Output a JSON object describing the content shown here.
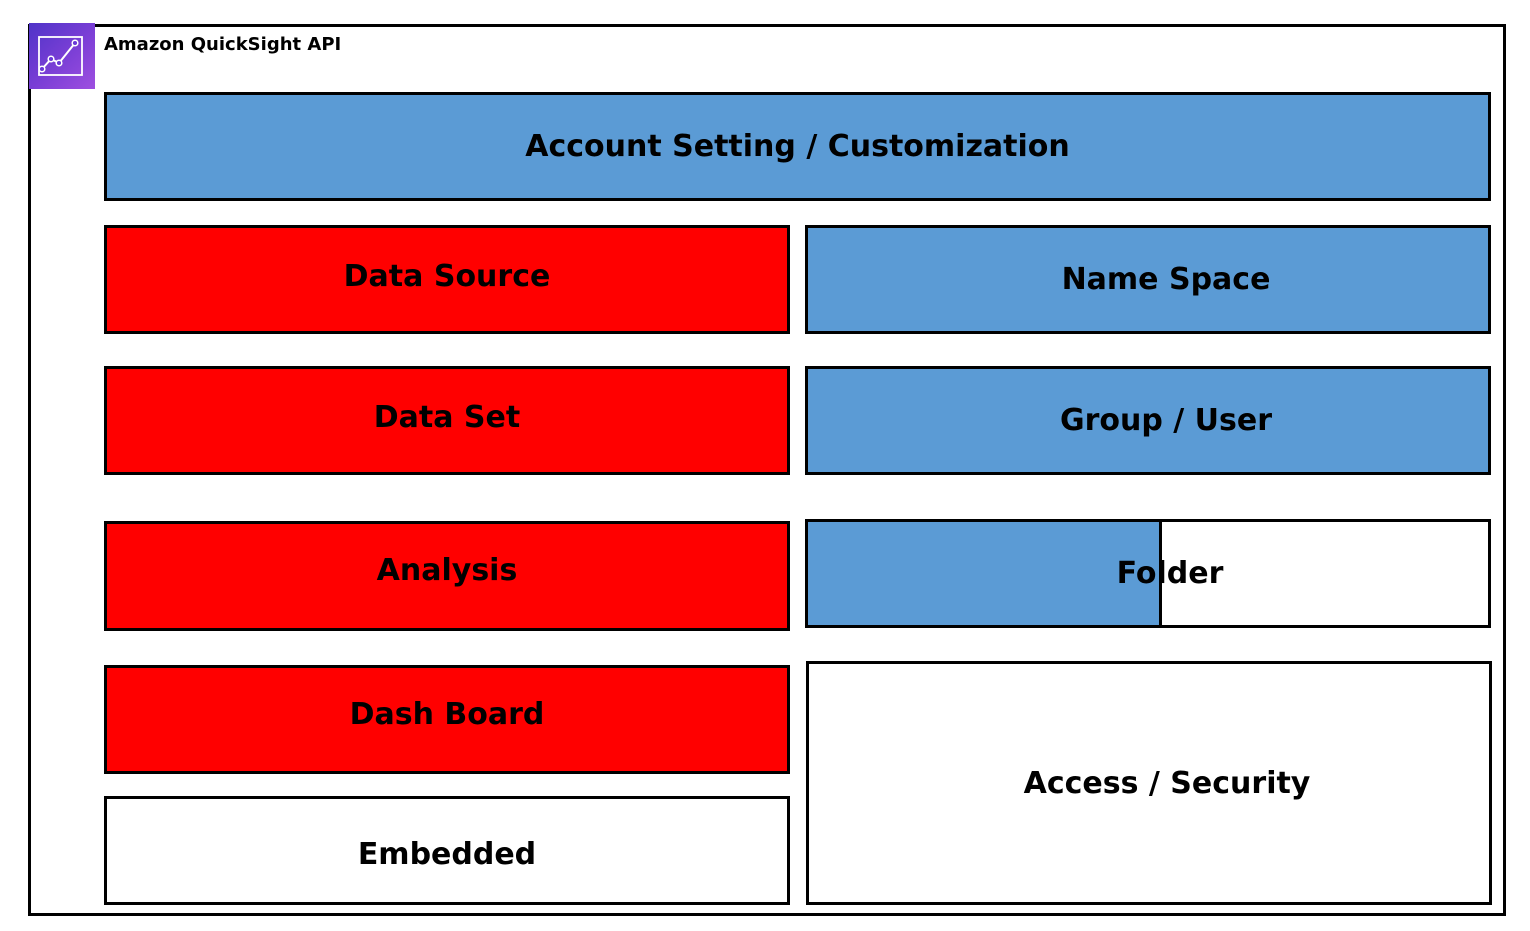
{
  "header": {
    "title": "Amazon QuickSight API",
    "logo_icon": "quicksight-chart-icon",
    "logo_color": "#7b3fe4"
  },
  "colors": {
    "blue": "#5b9bd5",
    "red": "#ff0000",
    "white": "#ffffff",
    "border": "#000000"
  },
  "boxes": {
    "account_setting": "Account Setting / Customization",
    "data_source": "Data Source",
    "data_set": "Data Set",
    "analysis": "Analysis",
    "dash_board": "Dash Board",
    "embedded": "Embedded",
    "name_space": "Name Space",
    "group_user": "Group / User",
    "folder": "Folder",
    "access_security": "Access / Security"
  }
}
